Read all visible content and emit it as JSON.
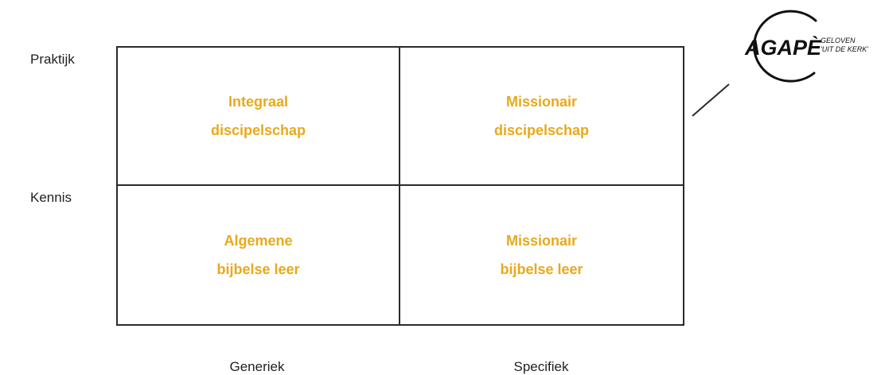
{
  "rows": {
    "top_label": "Praktijk",
    "bottom_label": "Kennis"
  },
  "columns": {
    "left_label": "Generiek",
    "right_label": "Specifiek"
  },
  "cells": {
    "top_left": "Integraal\ndiscipelschap",
    "top_right": "Missionair\ndiscipelschap",
    "bottom_left": "Algemene\nbijbelse leer",
    "bottom_right": "Missionair\nbijbelse leer"
  },
  "logo": {
    "wordmark": "AGAPÈ",
    "tagline_line1": "GELOVEN",
    "tagline_line2": "'UIT DE KERK'"
  },
  "colors": {
    "accent": "#e8a91b",
    "line": "#2a2a2a",
    "text": "#1f1f1f"
  }
}
